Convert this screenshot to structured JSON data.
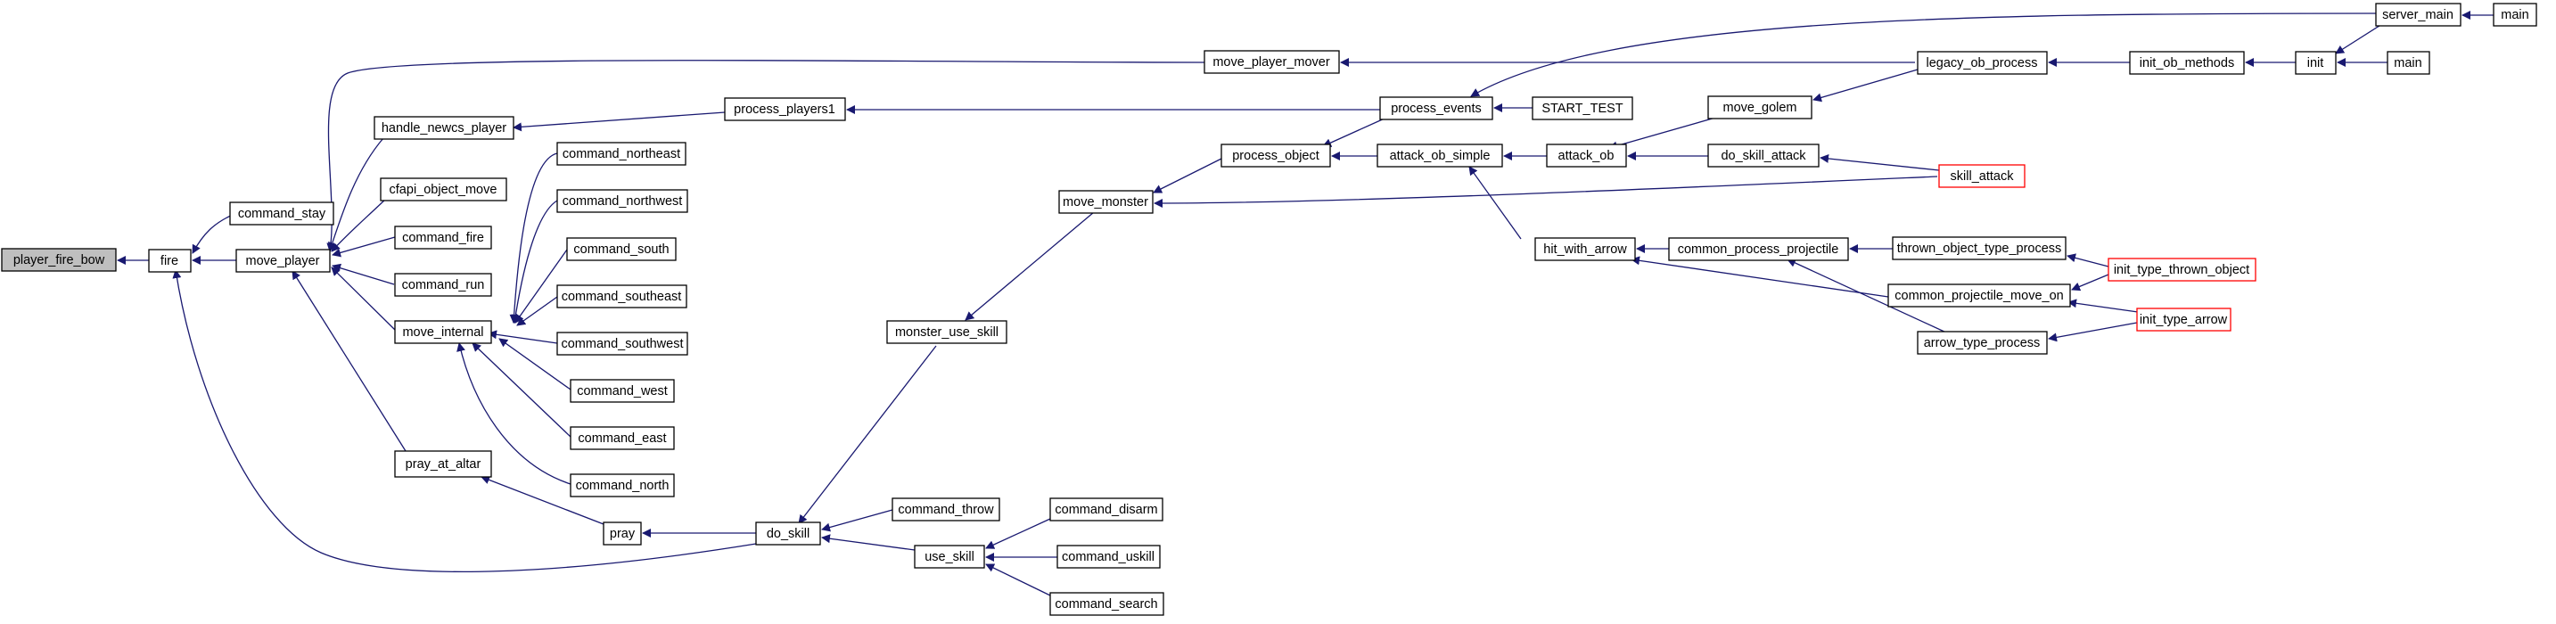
{
  "colors": {
    "edge": "#191970",
    "node_border": "#000000",
    "node_fill": "#ffffff",
    "highlight_fill": "#bfbfbf",
    "truncated_border": "#ff0000"
  },
  "nodes": {
    "player_fire_bow": "player_fire_bow",
    "fire": "fire",
    "command_stay": "command_stay",
    "move_player": "move_player",
    "handle_newcs_player": "handle_newcs_player",
    "cfapi_object_move": "cfapi_object_move",
    "command_fire": "command_fire",
    "command_run": "command_run",
    "move_internal": "move_internal",
    "pray_at_altar": "pray_at_altar",
    "pray": "pray",
    "command_northeast": "command_northeast",
    "command_northwest": "command_northwest",
    "command_south": "command_south",
    "command_southeast": "command_southeast",
    "command_southwest": "command_southwest",
    "command_west": "command_west",
    "command_east": "command_east",
    "command_north": "command_north",
    "do_skill": "do_skill",
    "command_throw": "command_throw",
    "use_skill": "use_skill",
    "command_disarm": "command_disarm",
    "command_uskill": "command_uskill",
    "command_search": "command_search",
    "monster_use_skill": "monster_use_skill",
    "move_monster": "move_monster",
    "process_object": "process_object",
    "process_players1": "process_players1",
    "move_player_mover": "move_player_mover",
    "process_events": "process_events",
    "START_TEST": "START_TEST",
    "attack_ob_simple": "attack_ob_simple",
    "attack_ob": "attack_ob",
    "hit_with_arrow": "hit_with_arrow",
    "move_golem": "move_golem",
    "do_skill_attack": "do_skill_attack",
    "skill_attack": "skill_attack",
    "common_process_projectile": "common_process_projectile",
    "common_projectile_move_on": "common_projectile_move_on",
    "arrow_type_process": "arrow_type_process",
    "thrown_object_type_process": "thrown_object_type_process",
    "init_type_thrown_object": "init_type_thrown_object",
    "init_type_arrow": "init_type_arrow",
    "legacy_ob_process": "legacy_ob_process",
    "init_ob_methods": "init_ob_methods",
    "init": "init",
    "server_main": "server_main",
    "main_top": "main",
    "main_bottom": "main"
  }
}
